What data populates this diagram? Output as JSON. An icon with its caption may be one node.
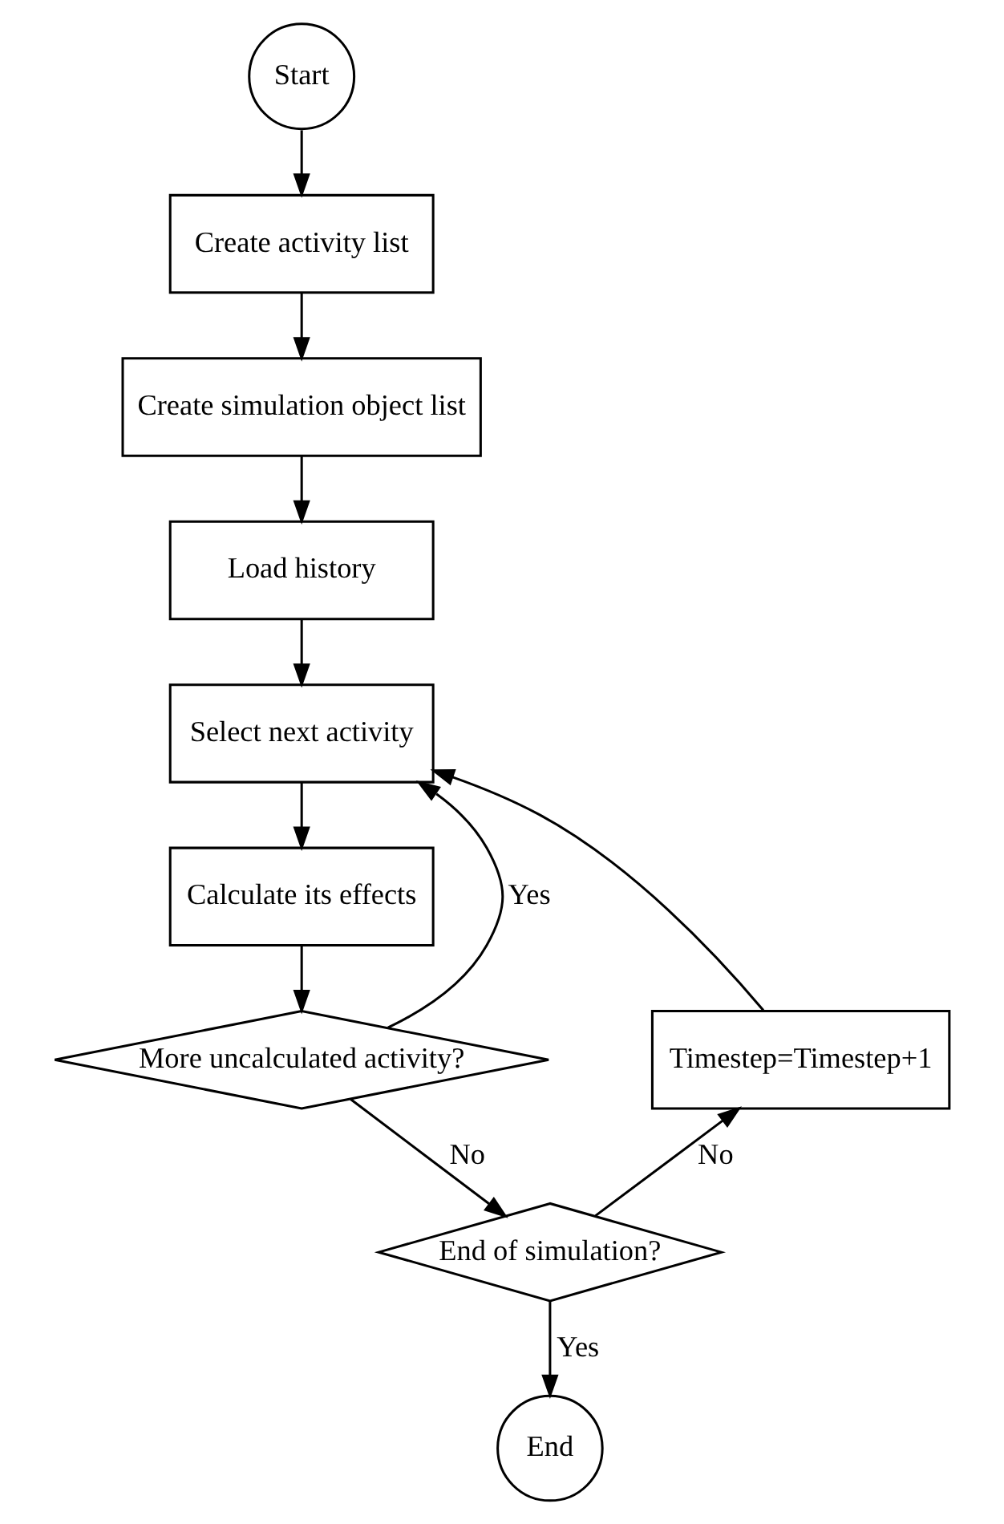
{
  "diagram": {
    "nodes": [
      {
        "text": [
          "Start"
        ]
      },
      {
        "text": [
          "Create activity list"
        ]
      },
      {
        "text": [
          "Create simulation object list"
        ]
      },
      {
        "text": [
          "Load history"
        ]
      },
      {
        "text": [
          "Select next activity"
        ]
      },
      {
        "text": [
          "Calculate its effects"
        ]
      },
      {
        "text": [
          "More uncalculated activity?"
        ]
      },
      {
        "text": [
          "End of simulation?"
        ]
      },
      {
        "text": [
          "Timestep=Timestep+1"
        ]
      },
      {
        "text": [
          "End"
        ]
      }
    ],
    "edges": [
      {
        "from": 0,
        "to": 1,
        "arrow": "to"
      },
      {
        "from": 1,
        "to": 2,
        "arrow": "to"
      },
      {
        "from": 2,
        "to": 3,
        "arrow": "to"
      },
      {
        "from": 3,
        "to": 4,
        "arrow": "to"
      },
      {
        "from": 4,
        "to": 5,
        "arrow": "to"
      },
      {
        "from": 5,
        "to": 6,
        "arrow": "to"
      },
      {
        "from": 6,
        "to": 4,
        "arrow": "to",
        "label": "Yes"
      },
      {
        "from": 6,
        "to": 7,
        "arrow": "to",
        "label": "No"
      },
      {
        "from": 7,
        "to": 8,
        "arrow": "to",
        "label": "No"
      },
      {
        "from": 8,
        "to": 4,
        "arrow": "to"
      },
      {
        "from": 7,
        "to": 9,
        "arrow": "to",
        "label": "Yes"
      }
    ]
  }
}
